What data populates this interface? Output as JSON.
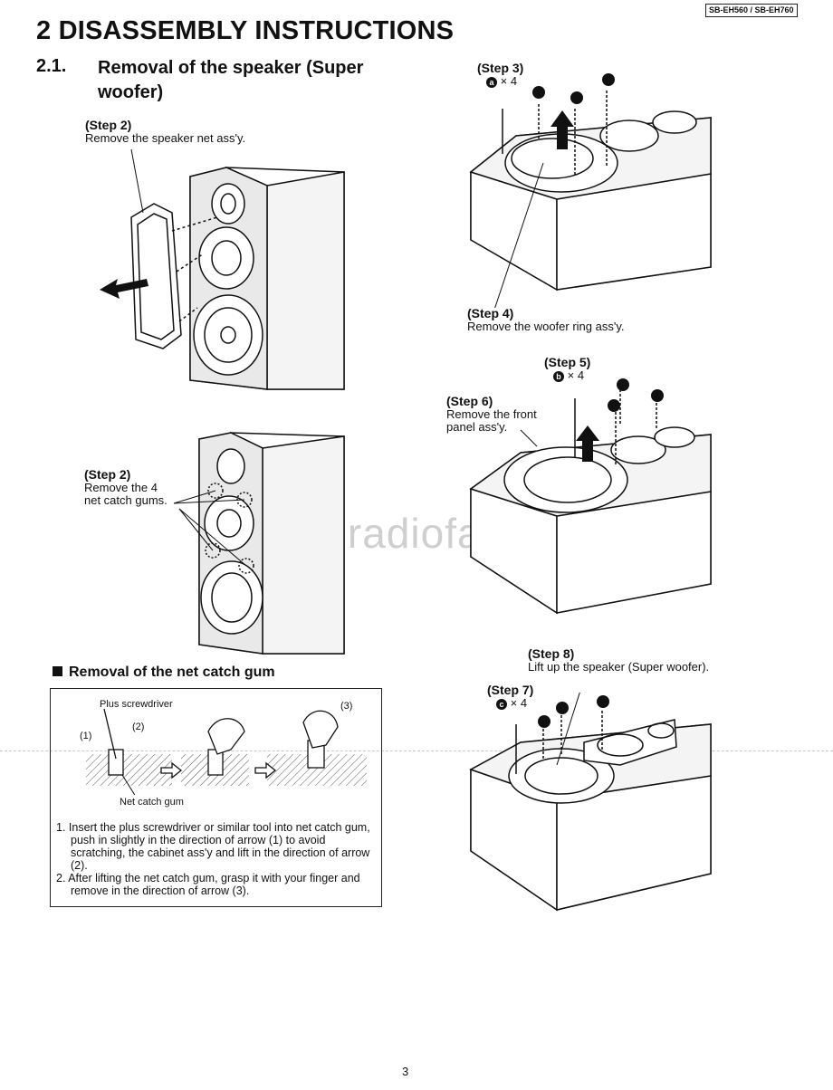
{
  "header": {
    "model": "SB-EH560 / SB-EH760"
  },
  "title": "2 DISASSEMBLY INSTRUCTIONS",
  "section": {
    "number": "2.1.",
    "title": "Removal of the speaker (Super woofer)"
  },
  "steps": {
    "s2a": {
      "label": "(Step 2)",
      "text": "Remove the speaker net ass'y."
    },
    "s2b": {
      "label": "(Step 2)",
      "line1": "Remove the 4",
      "line2": "net catch gums."
    },
    "s3": {
      "label": "(Step 3)",
      "count": "× 4",
      "screw": "a"
    },
    "s4": {
      "label": "(Step 4)",
      "text": "Remove the woofer ring ass'y."
    },
    "s5": {
      "label": "(Step 5)",
      "count": "× 4",
      "screw": "b"
    },
    "s6": {
      "label": "(Step 6)",
      "line1": "Remove the front",
      "line2": "panel ass'y."
    },
    "s7": {
      "label": "(Step 7)",
      "count": "× 4",
      "screw": "c"
    },
    "s8": {
      "label": "(Step 8)",
      "text": "Lift up the speaker (Super woofer)."
    }
  },
  "netcatch": {
    "title": "Removal of the net catch gum",
    "tool_label": "Plus screwdriver",
    "arrow1": "(1)",
    "arrow2": "(2)",
    "arrow3": "(3)",
    "gum_label": "Net catch gum",
    "instructions": [
      "1. Insert the plus screwdriver or similar tool into net catch gum, push in slightly in the direction of arrow (1) to avoid scratching, the cabinet ass'y and lift in the direction of arrow (2).",
      "2. After lifting the net catch gum, grasp it with your finger and remove in the direction of arrow (3)."
    ]
  },
  "watermark": "www.radiofans.cn",
  "page_number": "3"
}
